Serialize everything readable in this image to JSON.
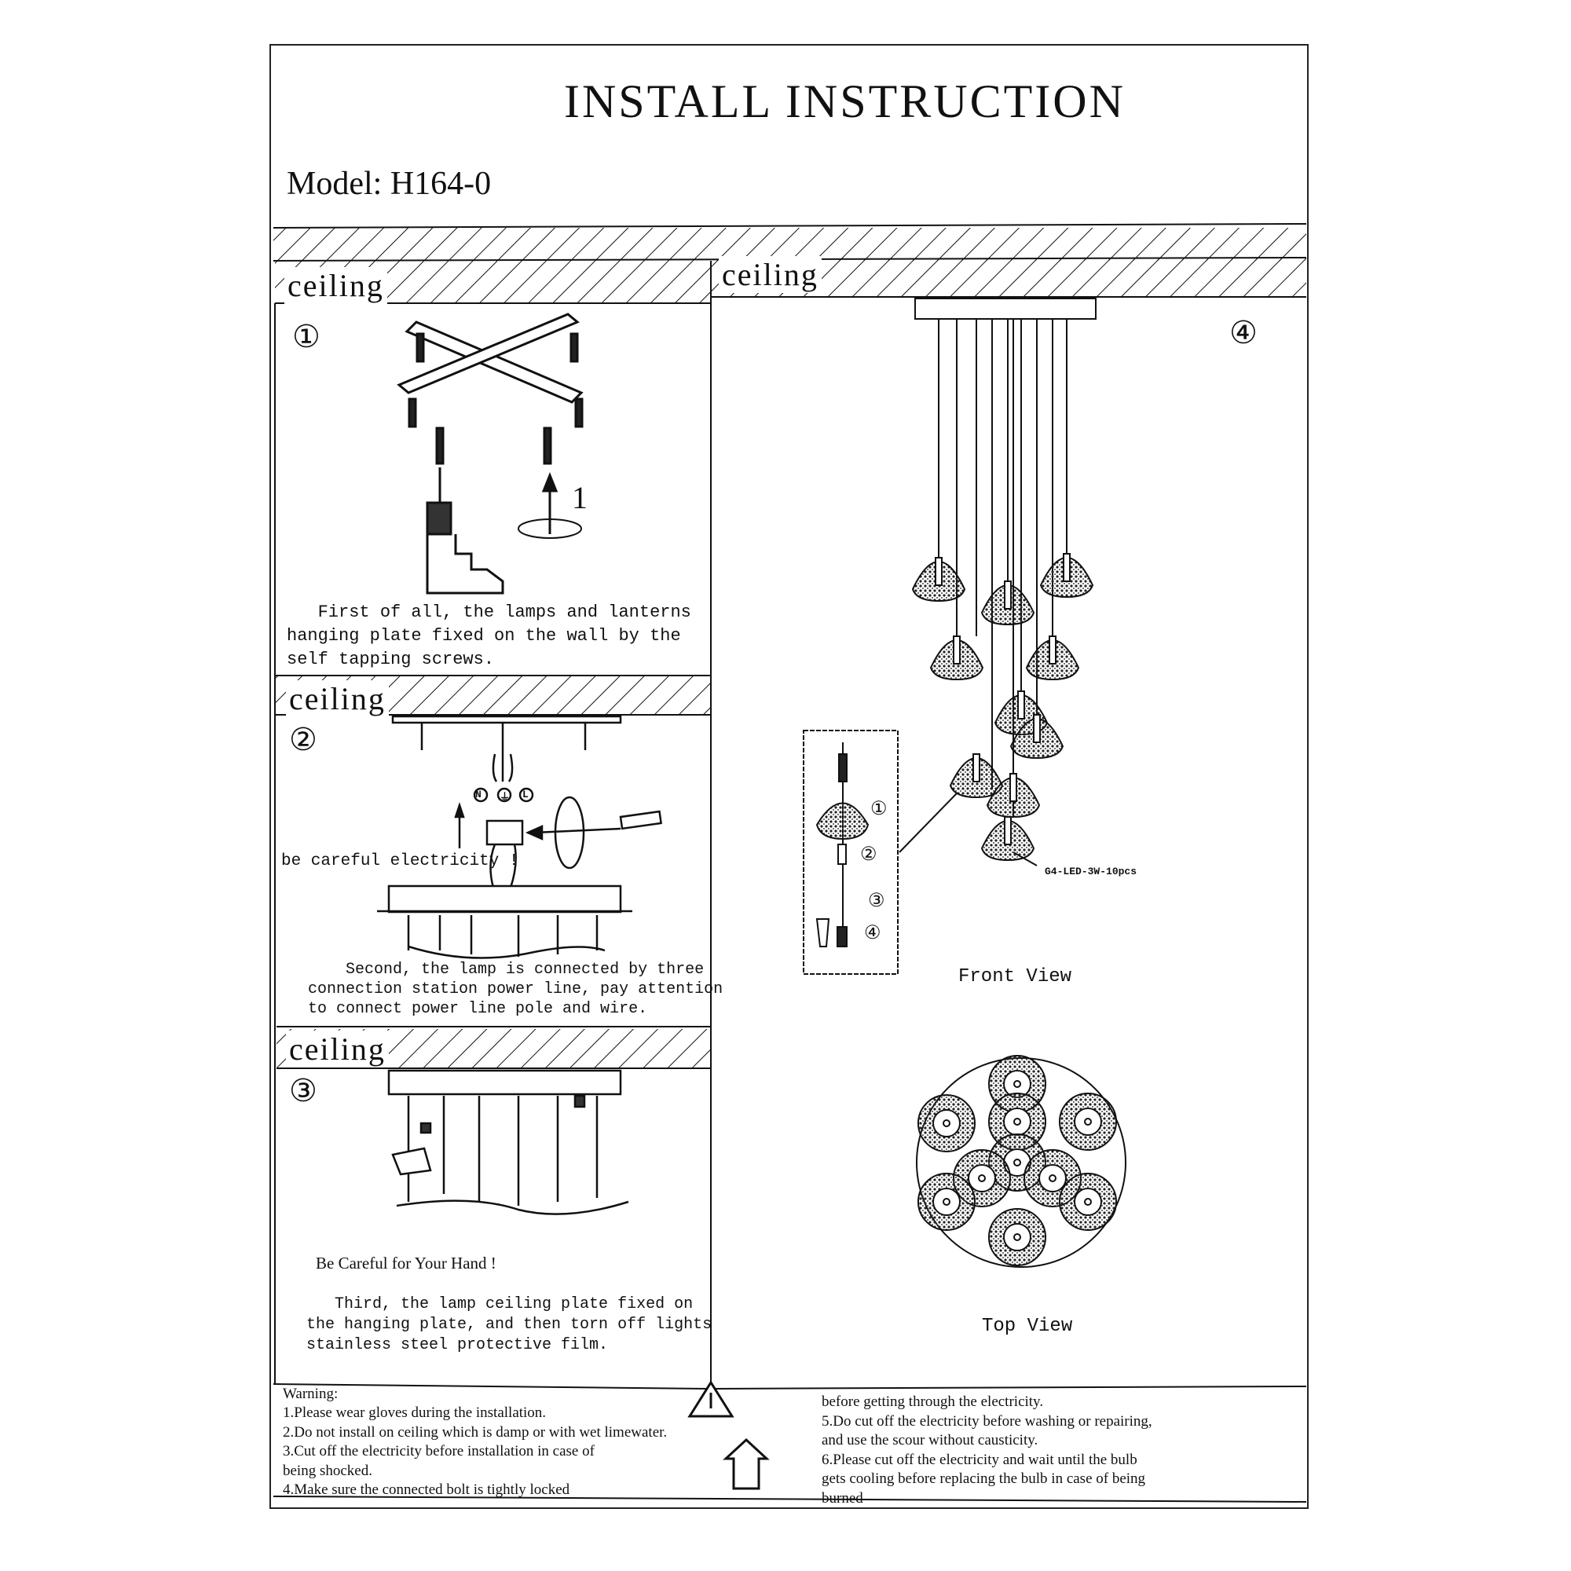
{
  "title": "INSTALL INSTRUCTION",
  "model": "Model: H164-0",
  "ceiling_label": "ceiling",
  "steps": [
    {
      "number": "①",
      "text": "   First of all, the lamps and lanterns\nhanging plate fixed on the wall by the\nself tapping screws.",
      "callout": "1"
    },
    {
      "number": "②",
      "text": "    Second, the lamp is connected by three\nconnection station power line, pay attention\nto connect power line pole and wire.",
      "callout": "be careful electricity !",
      "terminals": [
        "N",
        "⏚",
        "L"
      ]
    },
    {
      "number": "③",
      "text": "   Third, the lamp ceiling plate fixed on\nthe hanging plate, and then torn off lights\nstainless steel protective film.",
      "callout": "Be Careful for Your Hand !"
    },
    {
      "number": "④",
      "detail_steps": [
        "①",
        "②",
        "③",
        "④"
      ],
      "bulb_label": "G4-LED-3W-10pcs",
      "front_view": "Front View",
      "top_view": "Top View"
    }
  ],
  "warning": {
    "heading": "Warning:",
    "left": "1.Please wear gloves during the installation.\n2.Do not install on ceiling which is damp or with wet limewater.\n3.Cut off the electricity before installation in case of\nbeing shocked.\n4.Make sure the connected bolt is tightly locked",
    "right": "before getting through the electricity.\n5.Do cut off the electricity before washing or repairing,\nand use the scour without causticity.\n6.Please cut off the electricity and wait until the bulb\ngets cooling before replacing the bulb in case of being\nburned"
  }
}
